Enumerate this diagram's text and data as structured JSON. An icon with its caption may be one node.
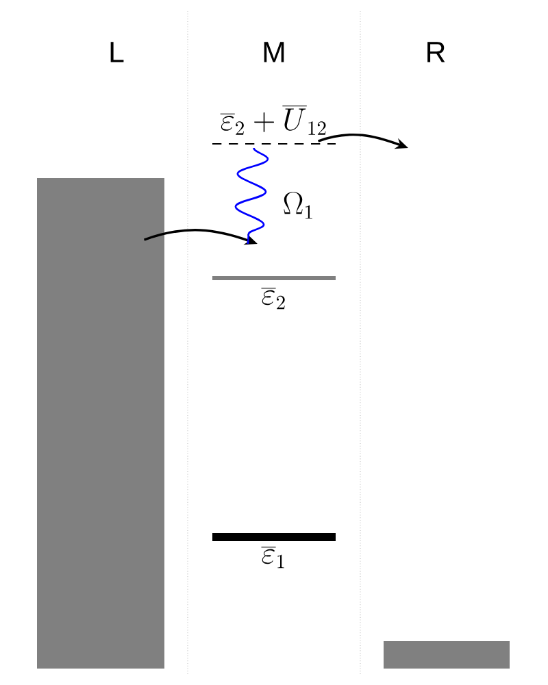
{
  "diagram": {
    "nodes": [
      {
        "text": [],
        "shape": "bar"
      },
      {
        "text": [],
        "shape": "bar"
      },
      {
        "text": [
          "\\overline{\\varepsilon}_2+\\overline{U}_{12}"
        ]
      },
      {
        "text": [
          "\\overline{\\varepsilon}_2"
        ]
      },
      {
        "text": [
          "\\overline{\\varepsilon}_1"
        ]
      }
    ],
    "edges": [
      {
        "from": 0,
        "to": null,
        "arrow": "to"
      },
      {
        "from": 2,
        "to": null,
        "arrow": "none",
        "label": "\\Omega_1",
        "color": "#0000ff"
      },
      {
        "from": 2,
        "to": null,
        "arrow": "to"
      }
    ],
    "labels": [
      "L",
      "M",
      "R"
    ]
  }
}
